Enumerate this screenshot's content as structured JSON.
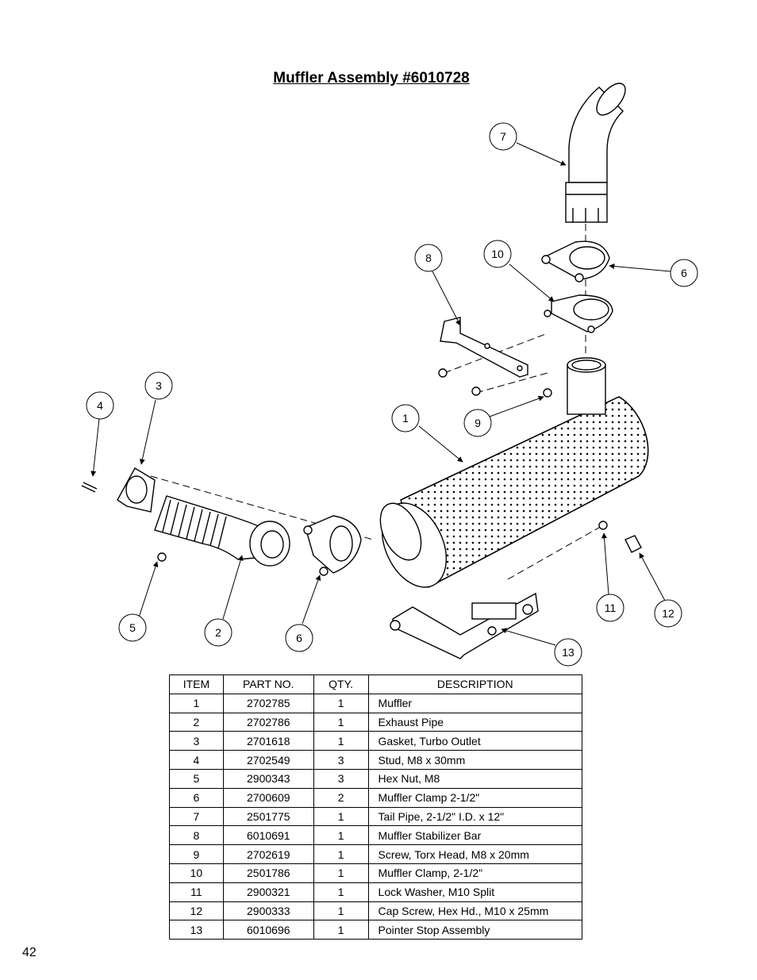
{
  "title": "Muffler Assembly #6010728",
  "page_number": "42",
  "callouts": [
    "1",
    "2",
    "3",
    "4",
    "5",
    "6",
    "6",
    "7",
    "8",
    "9",
    "10",
    "11",
    "12",
    "13"
  ],
  "table": {
    "headers": [
      "ITEM",
      "PART NO.",
      "QTY.",
      "DESCRIPTION"
    ],
    "rows": [
      [
        "1",
        "2702785",
        "1",
        "Muffler"
      ],
      [
        "2",
        "2702786",
        "1",
        "Exhaust Pipe"
      ],
      [
        "3",
        "2701618",
        "1",
        "Gasket, Turbo Outlet"
      ],
      [
        "4",
        "2702549",
        "3",
        "Stud, M8 x 30mm"
      ],
      [
        "5",
        "2900343",
        "3",
        "Hex Nut, M8"
      ],
      [
        "6",
        "2700609",
        "2",
        "Muffler Clamp 2-1/2\""
      ],
      [
        "7",
        "2501775",
        "1",
        "Tail Pipe, 2-1/2\" I.D. x 12\""
      ],
      [
        "8",
        "6010691",
        "1",
        "Muffler Stabilizer Bar"
      ],
      [
        "9",
        "2702619",
        "1",
        "Screw, Torx Head, M8 x 20mm"
      ],
      [
        "10",
        "2501786",
        "1",
        "Muffler Clamp, 2-1/2\""
      ],
      [
        "11",
        "2900321",
        "1",
        "Lock Washer, M10 Split"
      ],
      [
        "12",
        "2900333",
        "1",
        "Cap Screw, Hex Hd., M10 x 25mm"
      ],
      [
        "13",
        "6010696",
        "1",
        "Pointer Stop Assembly"
      ]
    ]
  }
}
